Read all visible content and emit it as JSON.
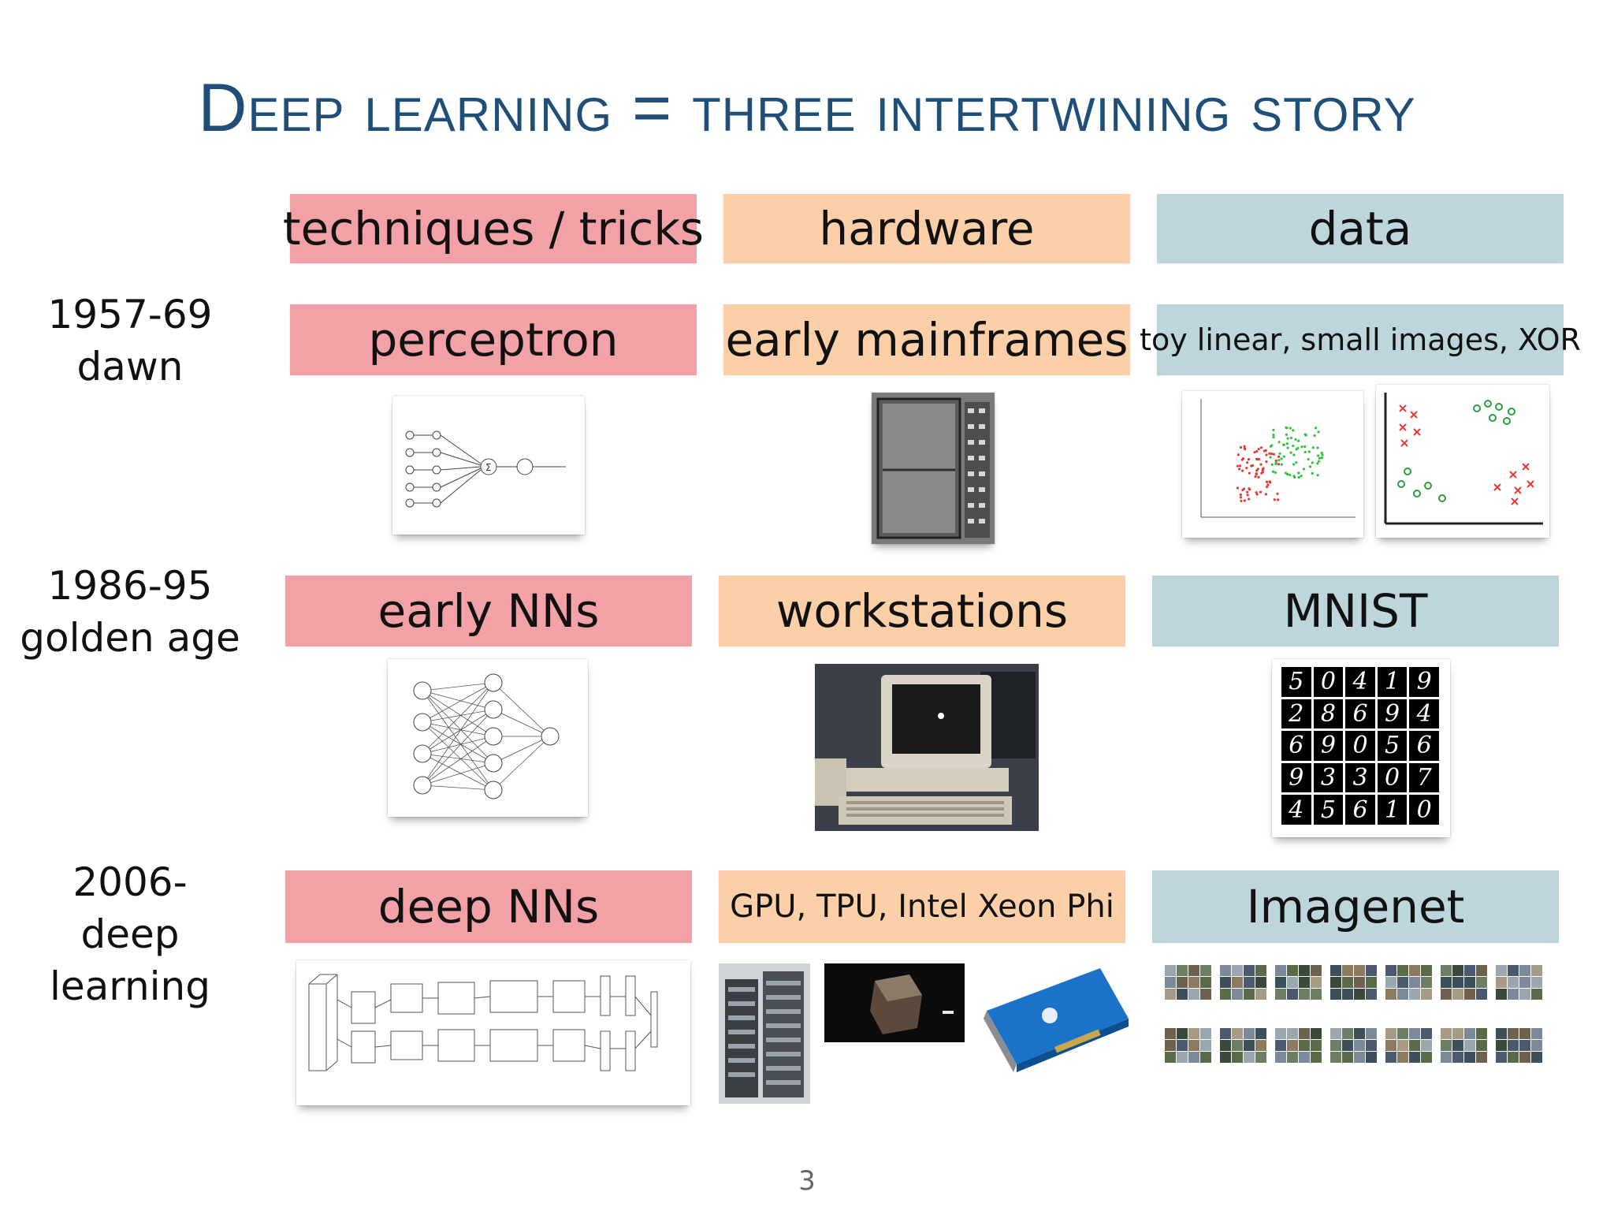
{
  "title": "Deep learning = three intertwining story",
  "headers": {
    "techniques": "techniques / tricks",
    "hardware": "hardware",
    "data": "data"
  },
  "eras": [
    {
      "years": "1957-69",
      "name": "dawn",
      "technique": "perceptron",
      "hardware": "early mainframes",
      "data": "toy linear, small images, XOR"
    },
    {
      "years": "1986-95",
      "name": "golden age",
      "technique": "early NNs",
      "hardware": "workstations",
      "data": "MNIST"
    },
    {
      "years": "2006-",
      "name": "deep learning",
      "technique": "deep NNs",
      "hardware": "GPU, TPU, Intel Xeon Phi",
      "data": "Imagenet"
    }
  ],
  "mnist_digits": [
    "5",
    "0",
    "4",
    "1",
    "9",
    "2",
    "8",
    "6",
    "9",
    "4",
    "6",
    "9",
    "0",
    "5",
    "6",
    "9",
    "3",
    "3",
    "0",
    "7",
    "4",
    "5",
    "6",
    "1",
    "0"
  ],
  "colors": {
    "title": "#1f4e79",
    "techniques": "#f2a2a7",
    "hardware": "#fbd0a8",
    "data": "#bdd6dc"
  },
  "page_number": "3"
}
